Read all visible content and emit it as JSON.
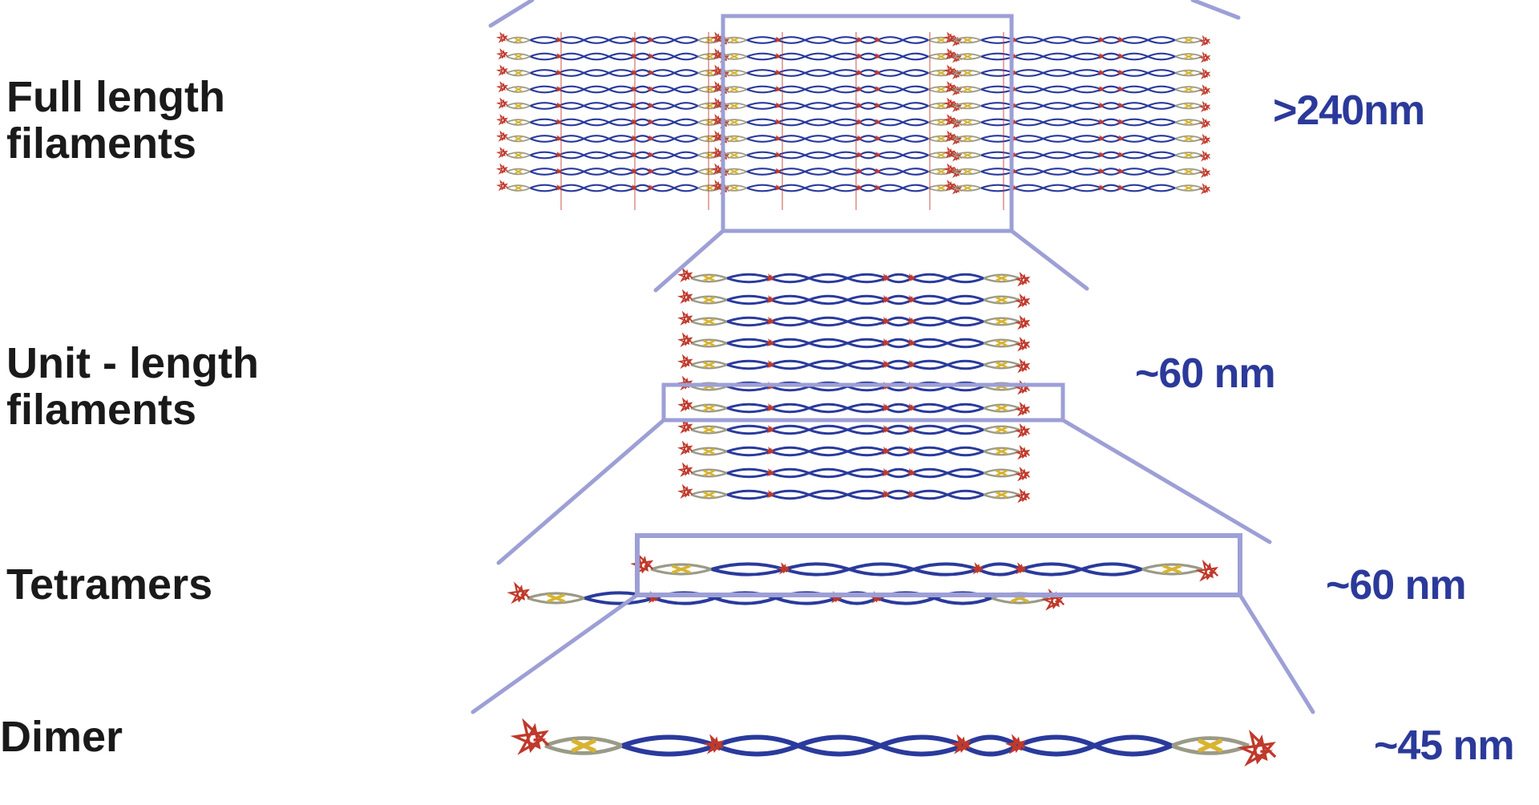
{
  "levels": [
    {
      "name_line1": "Full length",
      "name_line2": "filaments",
      "size": ">240nm"
    },
    {
      "name_line1": "Unit - length",
      "name_line2": "filaments",
      "size": "~60 nm"
    },
    {
      "name_line1": "Tetramers",
      "name_line2": "",
      "size": "~60 nm"
    },
    {
      "name_line1": "Dimer",
      "name_line2": "",
      "size": "~45 nm"
    }
  ],
  "colors": {
    "coil": "#2a3a9c",
    "linker": "#9a9a88",
    "yellow": "#d8b430",
    "head": "#c0392b",
    "zoom": "#9d9fd6",
    "label": "#1a1a1a",
    "size": "#2b3a9a"
  }
}
